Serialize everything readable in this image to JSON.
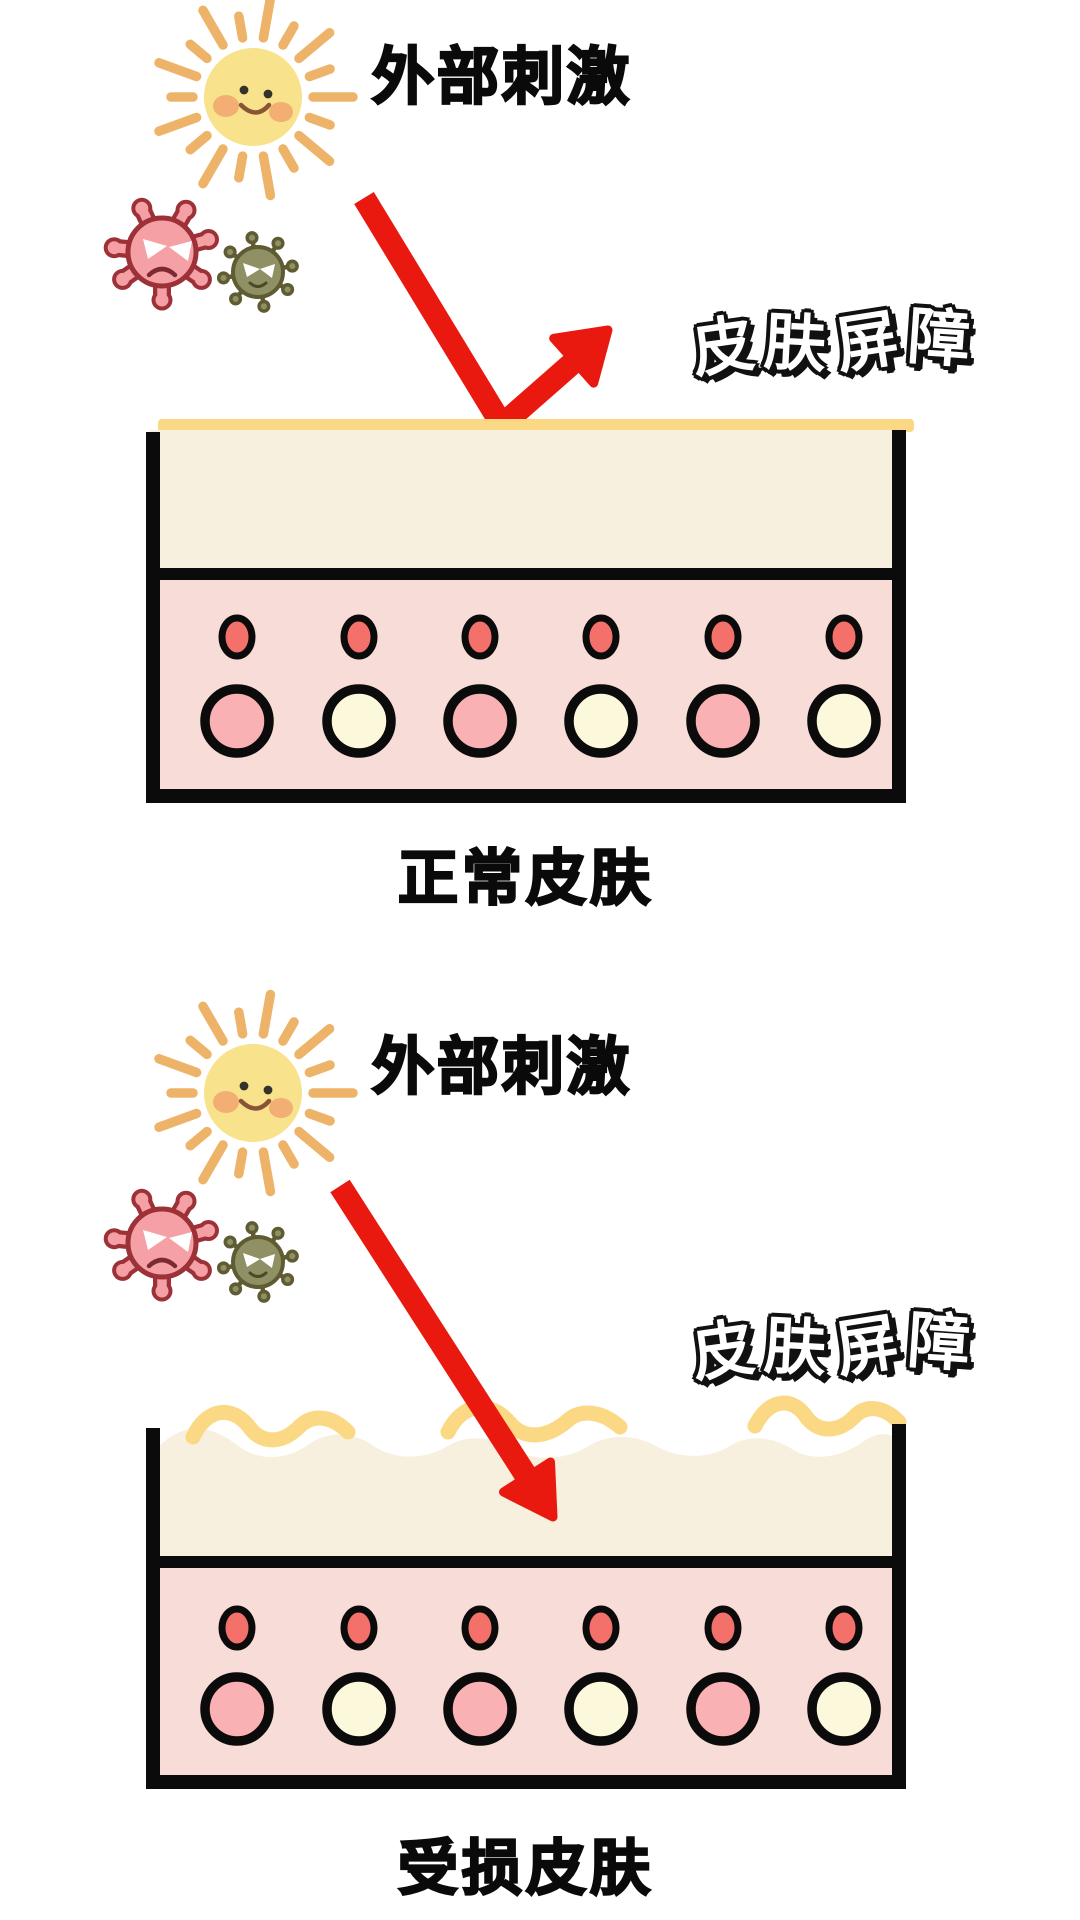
{
  "panels": [
    {
      "stimulus_label": "外部刺激",
      "barrier_label": "皮肤屏障",
      "caption": "正常皮肤",
      "barrier_state": "intact",
      "arrow_behavior": "deflected"
    },
    {
      "stimulus_label": "外部刺激",
      "barrier_label": "皮肤屏障",
      "caption": "受损皮肤",
      "barrier_state": "broken",
      "arrow_behavior": "penetrating"
    }
  ],
  "palette": {
    "arrow_red": "#E9190F",
    "barrier_yellow": "#FAD884",
    "epidermis_cream": "#F7F0DF",
    "dermis_pink": "#F8DCD7",
    "cell_small_red": "#F4716B",
    "cell_large_pink": "#F9B1B4",
    "cell_large_cream": "#FBF8DB",
    "outline_black": "#0B0B0B",
    "sun_body": "#F8E28C",
    "sun_ray": "#EDB369",
    "sun_blush": "#F0A16D",
    "virus_pink_body": "#F5A0A5",
    "virus_pink_outline": "#9C3138",
    "virus_green_body": "#8F9063",
    "virus_green_outline": "#5F5B33"
  }
}
